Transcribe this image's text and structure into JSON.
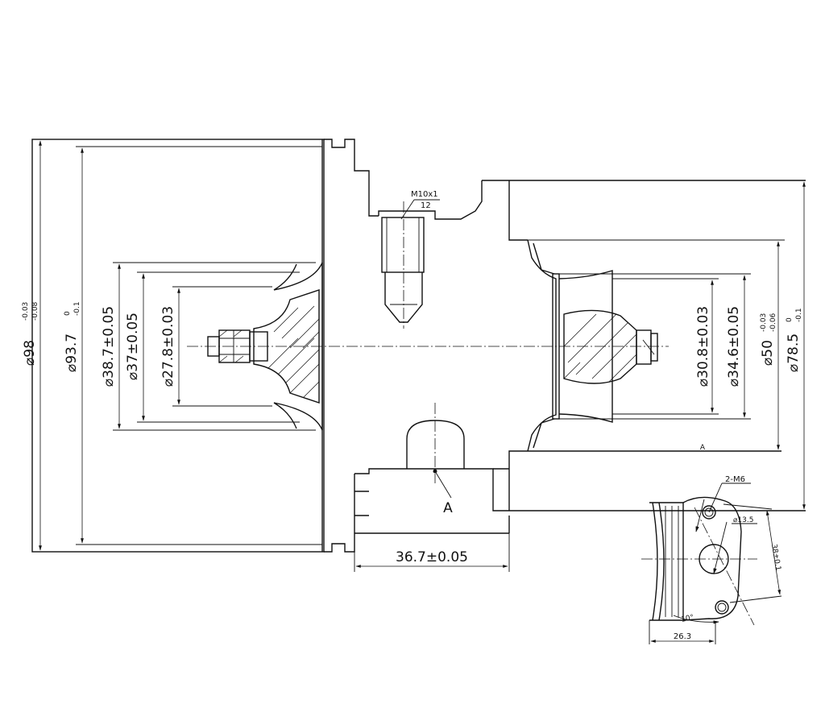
{
  "drawing": {
    "diameters": {
      "d98": "⌀98",
      "d98_tol_upper": "-0.03",
      "d98_tol_lower": "-0.08",
      "d93_7": "⌀93.7",
      "d93_7_tol_upper": "0",
      "d93_7_tol_lower": "-0.1",
      "d38_7": "⌀38.7±0.05",
      "d37": "⌀37±0.05",
      "d27_8": "⌀27.8±0.03",
      "d30_8": "⌀30.8±0.03",
      "d34_6": "⌀34.6±0.05",
      "d50": "⌀50",
      "d50_tol_upper": "-0.03",
      "d50_tol_lower": "-0.06",
      "d78_5": "⌀78.5",
      "d78_5_tol_upper": "0",
      "d78_5_tol_lower": "-0.1"
    },
    "thread_callout": {
      "thread": "M10x1",
      "depth": "12"
    },
    "linear": {
      "width_36_7": "36.7±0.05"
    },
    "section_marks": {
      "a_label": "A",
      "a_small": "A"
    },
    "flange_view": {
      "holes": "2-M6",
      "bore": "⌀13.5",
      "spacing": "38±0.1",
      "angle": "10°",
      "width": "26.3"
    }
  }
}
